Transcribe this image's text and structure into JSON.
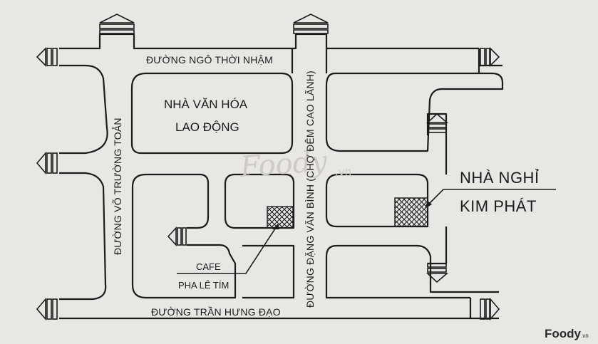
{
  "streets": {
    "north": "ĐƯỜNG NGÔ THỜI NHẬM",
    "south": "ĐƯỜNG TRẦN HƯNG ĐẠO",
    "west": "ĐƯỜNG VÕ TRƯỜNG TOẢN",
    "center": "ĐƯỜNG ĐẶNG VĂN BÌNH (CHỢ ĐÊM CAO LÃNH)"
  },
  "landmarks": {
    "culture_house_line1": "NHÀ VĂN HÓA",
    "culture_house_line2": "LAO ĐỘNG",
    "cafe_line1": "CAFE",
    "cafe_line2": "PHA LÊ TÍM",
    "hotel_line1": "NHÀ NGHỈ",
    "hotel_line2": "KIM PHÁT"
  },
  "watermark": {
    "main": "Foody",
    "suffix": ".vn"
  },
  "logo": {
    "main": "Foody",
    "suffix": ".vn"
  },
  "colors": {
    "paper": "#e9e7e3",
    "ink": "#1c1c1c"
  }
}
